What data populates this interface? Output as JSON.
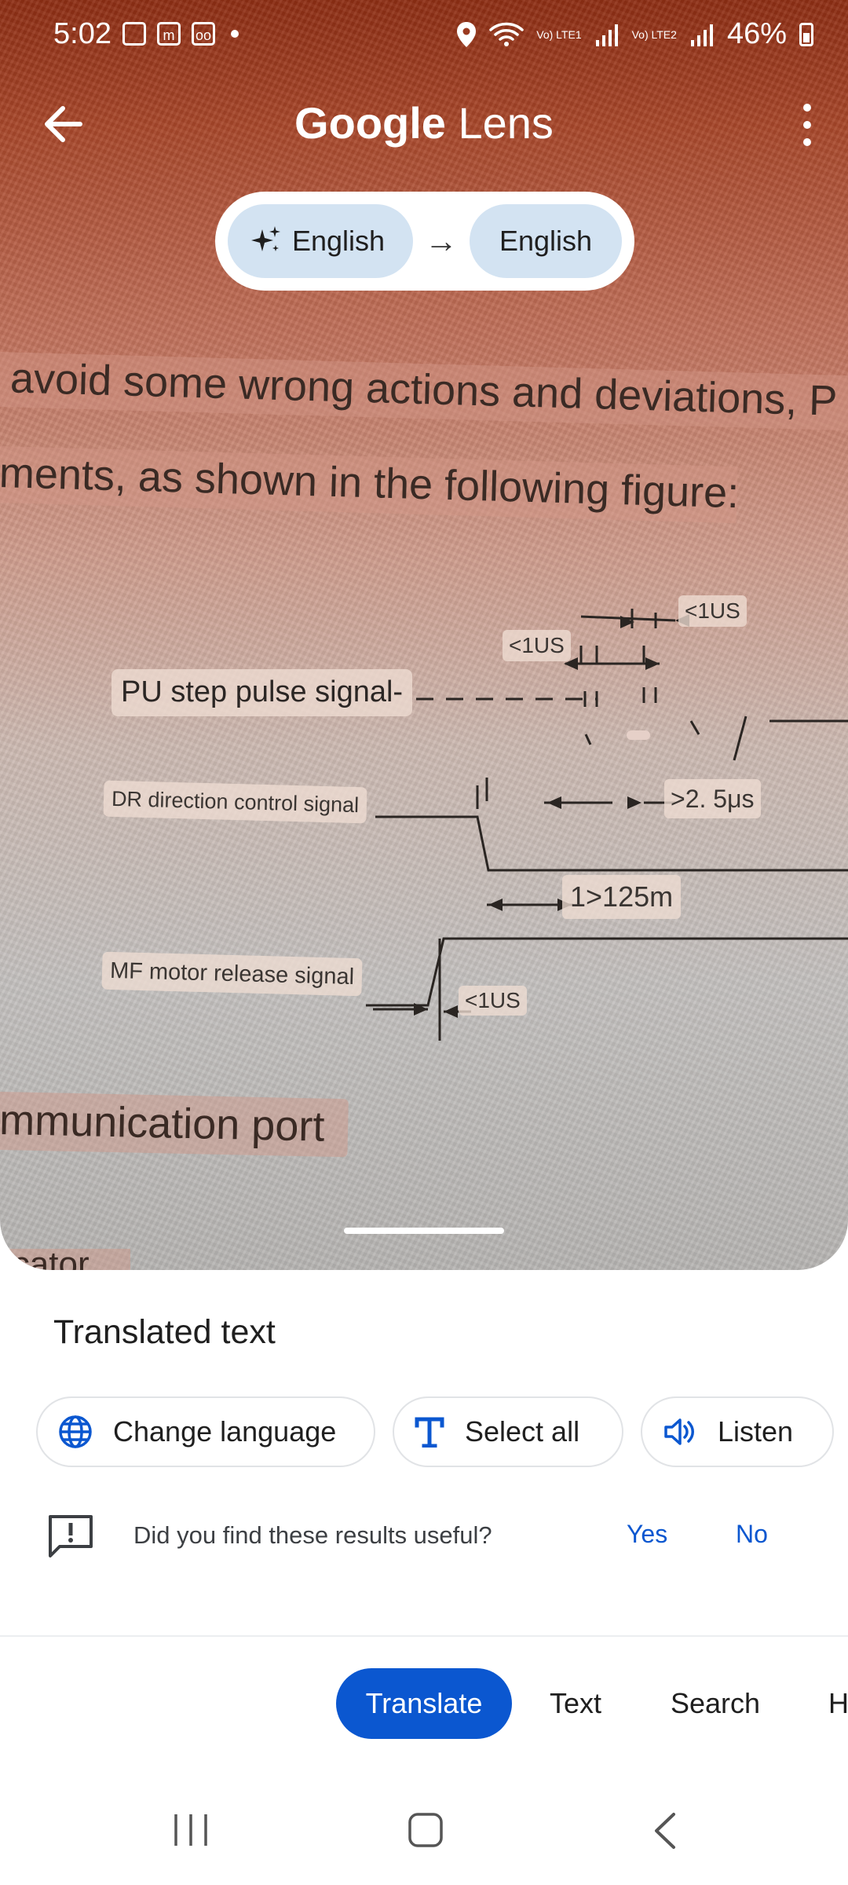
{
  "status_bar": {
    "time": "5:02",
    "sim1": "Vo) LTE1",
    "sim2": "Vo) LTE2",
    "battery": "46%"
  },
  "app_bar": {
    "title_brand": "Google",
    "title_product": "Lens"
  },
  "language": {
    "source": "English",
    "target": "English"
  },
  "overlays": {
    "line1": "avoid some wrong actions and deviations, P",
    "line2": "ments, as shown in the following figure:",
    "pu_label": "PU step pulse signal-",
    "dr_label": "DR direction control signal",
    "mf_label": "MF motor release signal",
    "us_top": "<1US",
    "us_mid": "<1US",
    "us_2_5": ">2. 5μs",
    "t125": "1>125m",
    "us_bottom": "<1US",
    "comm_port": "mmunication port",
    "partial_bottom": "icator"
  },
  "sheet": {
    "heading": "Translated text",
    "actions": {
      "change_language": "Change language",
      "select_all": "Select all",
      "listen": "Listen"
    },
    "feedback": {
      "question": "Did you find these results useful?",
      "yes": "Yes",
      "no": "No"
    }
  },
  "tabs": {
    "translate": "Translate",
    "text": "Text",
    "search": "Search",
    "homework_partial": "H"
  },
  "colors": {
    "accent": "#0b57d0",
    "chip_bg": "#d3e3f2"
  }
}
